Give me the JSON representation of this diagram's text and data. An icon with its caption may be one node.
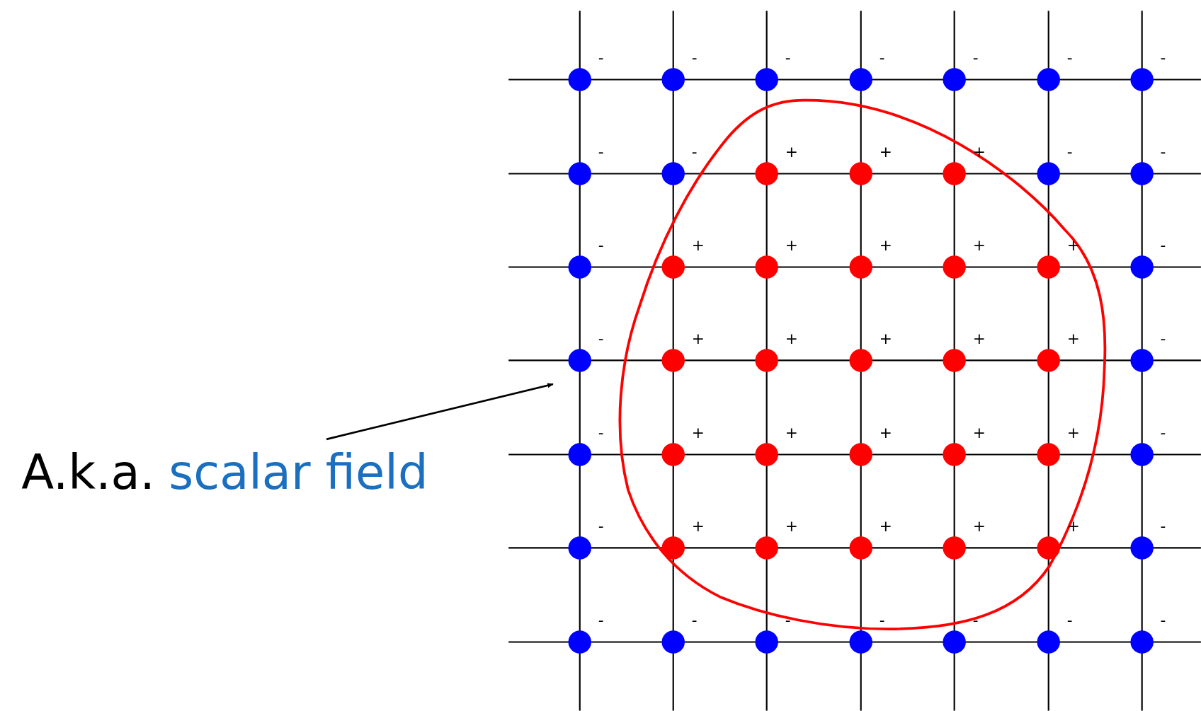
{
  "diagram": {
    "nodes": [
      {
        "text": [
          "A.k.a.",
          "scalar field"
        ]
      },
      {
        "text": [],
        "shape": "picture"
      }
    ],
    "edges": [
      {
        "from": 0,
        "to": 1,
        "arrow": "to"
      }
    ],
    "labels": [
      "-",
      "-",
      "-",
      "-",
      "-",
      "-",
      "-",
      "-",
      "-",
      "+",
      "+",
      "+",
      "-",
      "-",
      "-",
      "+",
      "+",
      "+",
      "+",
      "+",
      "-",
      "-",
      "+",
      "+",
      "+",
      "+",
      "+",
      "-",
      "-",
      "+",
      "+",
      "+",
      "+",
      "+",
      "-",
      "-",
      "+",
      "+",
      "+",
      "+",
      "+",
      "-",
      "-",
      "-",
      "-",
      "-",
      "-",
      "-",
      "-"
    ]
  }
}
